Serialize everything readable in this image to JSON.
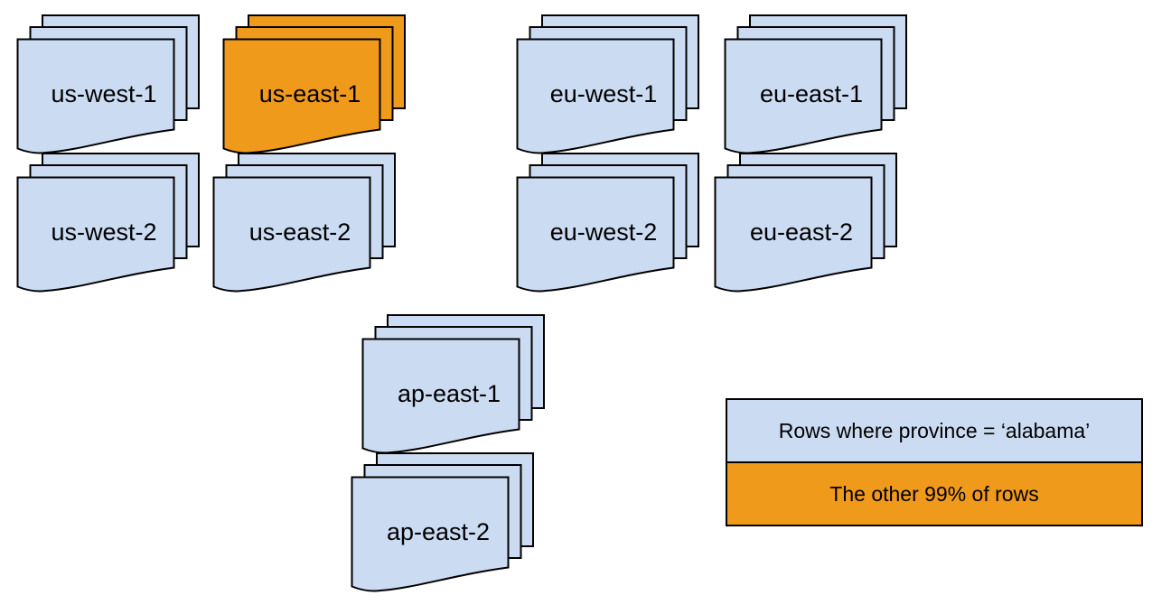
{
  "colors": {
    "sheet_blue": "#cbdbf2",
    "sheet_orange": "#f09a1c",
    "outline": "#000000",
    "background": "#ffffff"
  },
  "stacks": [
    {
      "label": "us-west-1",
      "color": "blue"
    },
    {
      "label": "us-east-1",
      "color": "orange"
    },
    {
      "label": "eu-west-1",
      "color": "blue"
    },
    {
      "label": "eu-east-1",
      "color": "blue"
    },
    {
      "label": "us-west-2",
      "color": "blue"
    },
    {
      "label": "us-east-2",
      "color": "blue"
    },
    {
      "label": "eu-west-2",
      "color": "blue"
    },
    {
      "label": "eu-east-2",
      "color": "blue"
    },
    {
      "label": "ap-east-1",
      "color": "blue"
    },
    {
      "label": "ap-east-2",
      "color": "blue"
    }
  ],
  "legend": {
    "rows": [
      {
        "label": "Rows where province = ‘alabama’",
        "color": "blue"
      },
      {
        "label": "The other 99% of rows",
        "color": "orange"
      }
    ]
  }
}
